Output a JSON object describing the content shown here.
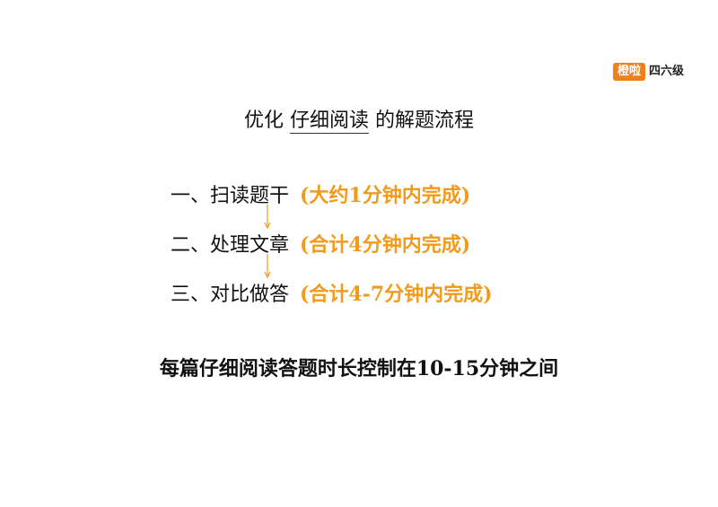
{
  "logo": {
    "badge": "橙啦",
    "text": "四六级",
    "badge_color": "#f0801c"
  },
  "title": {
    "prefix": "优化 ",
    "highlight": "仔细阅读",
    "suffix": " 的解题流程"
  },
  "steps": [
    {
      "label": "一、扫读题干",
      "note": "(大约1分钟内完成)"
    },
    {
      "label": "二、处理文章",
      "note": "(合计4分钟内完成)"
    },
    {
      "label": "三、对比做答",
      "note": "(合计4-7分钟内完成)"
    }
  ],
  "accent_color": "#f29a1a",
  "bottom_text": "每篇仔细阅读答题时长控制在10-15分钟之间"
}
